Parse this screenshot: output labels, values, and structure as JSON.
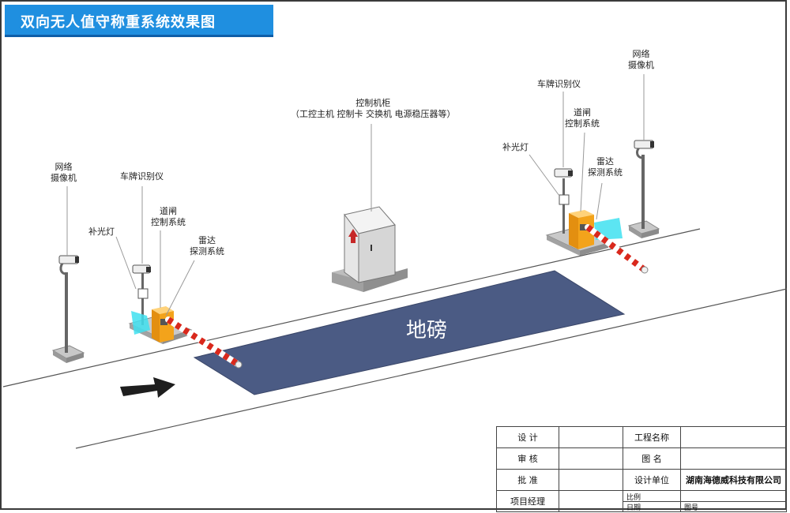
{
  "title": "双向无人值守称重系统效果图",
  "colors": {
    "banner": "#1f8fe0",
    "scale_surface": "#4b5b84",
    "barrier_stripe": "#d9281c",
    "gate_box": "#f3a31b",
    "radar_glow": "#3fe0f0"
  },
  "scale": {
    "label": "地磅"
  },
  "left_labels": {
    "camera": "网络\n摄像机",
    "lpr": "车牌识别仪",
    "gate": "道闸\n控制系统",
    "fill_light": "补光灯",
    "radar": "雷达\n探测系统"
  },
  "right_labels": {
    "camera": "网络\n摄像机",
    "lpr": "车牌识别仪",
    "gate": "道闸\n控制系统",
    "fill_light": "补光灯",
    "radar": "雷达\n探测系统"
  },
  "cabinet_label": "控制机柜\n（工控主机 控制卡  交换机 电源稳压器等）",
  "title_block": {
    "design": "设  计",
    "project_name": "工程名称",
    "review": "审  核",
    "drawing_name": "图  名",
    "approve": "批  准",
    "design_unit": "设计单位",
    "company": "湖南海德威科技有限公司",
    "pm": "项目经理",
    "ratio": "比例",
    "date": "日期",
    "drawing_no": "图号"
  }
}
